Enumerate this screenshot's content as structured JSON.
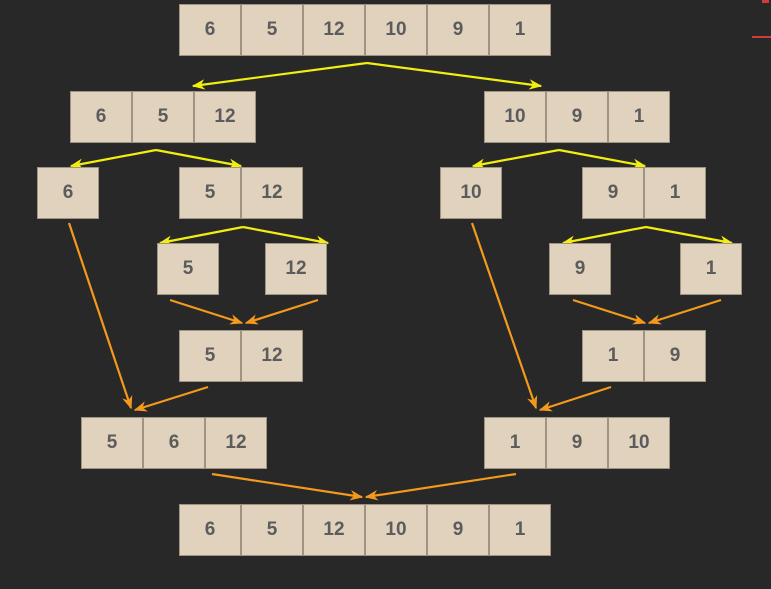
{
  "diagram": {
    "title": "",
    "colors": {
      "background": "#282828",
      "cell_fill": "#e0d2bd",
      "cell_border": "#9f9484",
      "cell_text": "#5c5c5c",
      "split_arrow": "#f2ee10",
      "merge_arrow": "#f39a1c",
      "edge_mark": "#d33a3a"
    },
    "arrays": [
      {
        "id": "a0",
        "values": [
          "6",
          "5",
          "12",
          "10",
          "9",
          "1"
        ]
      },
      {
        "id": "l1-left",
        "values": [
          "6",
          "5",
          "12"
        ]
      },
      {
        "id": "l1-right",
        "values": [
          "10",
          "9",
          "1"
        ]
      },
      {
        "id": "l2-6",
        "values": [
          "6"
        ]
      },
      {
        "id": "l2-5-12",
        "values": [
          "5",
          "12"
        ]
      },
      {
        "id": "l2-10",
        "values": [
          "10"
        ]
      },
      {
        "id": "l2-9-1",
        "values": [
          "9",
          "1"
        ]
      },
      {
        "id": "l3-5",
        "values": [
          "5"
        ]
      },
      {
        "id": "l3-12",
        "values": [
          "12"
        ]
      },
      {
        "id": "l3-9",
        "values": [
          "9"
        ]
      },
      {
        "id": "l3-1",
        "values": [
          "1"
        ]
      },
      {
        "id": "m1-5-12",
        "values": [
          "5",
          "12"
        ]
      },
      {
        "id": "m1-1-9",
        "values": [
          "1",
          "9"
        ]
      },
      {
        "id": "m2-left",
        "values": [
          "5",
          "6",
          "12"
        ]
      },
      {
        "id": "m2-right",
        "values": [
          "1",
          "9",
          "10"
        ]
      },
      {
        "id": "final",
        "values": [
          "6",
          "5",
          "12",
          "10",
          "9",
          "1"
        ]
      }
    ],
    "split_edges": [
      {
        "from": "a0",
        "to": "l1-left"
      },
      {
        "from": "a0",
        "to": "l1-right"
      },
      {
        "from": "l1-left",
        "to": "l2-6"
      },
      {
        "from": "l1-left",
        "to": "l2-5-12"
      },
      {
        "from": "l1-right",
        "to": "l2-10"
      },
      {
        "from": "l1-right",
        "to": "l2-9-1"
      },
      {
        "from": "l2-5-12",
        "to": "l3-5"
      },
      {
        "from": "l2-5-12",
        "to": "l3-12"
      },
      {
        "from": "l2-9-1",
        "to": "l3-9"
      },
      {
        "from": "l2-9-1",
        "to": "l3-1"
      }
    ],
    "merge_edges": [
      {
        "from": "l3-5",
        "to": "m1-5-12"
      },
      {
        "from": "l3-12",
        "to": "m1-5-12"
      },
      {
        "from": "l3-9",
        "to": "m1-1-9"
      },
      {
        "from": "l3-1",
        "to": "m1-1-9"
      },
      {
        "from": "l2-6",
        "to": "m2-left"
      },
      {
        "from": "m1-5-12",
        "to": "m2-left"
      },
      {
        "from": "l2-10",
        "to": "m2-right"
      },
      {
        "from": "m1-1-9",
        "to": "m2-right"
      },
      {
        "from": "m2-left",
        "to": "final"
      },
      {
        "from": "m2-right",
        "to": "final"
      }
    ]
  }
}
